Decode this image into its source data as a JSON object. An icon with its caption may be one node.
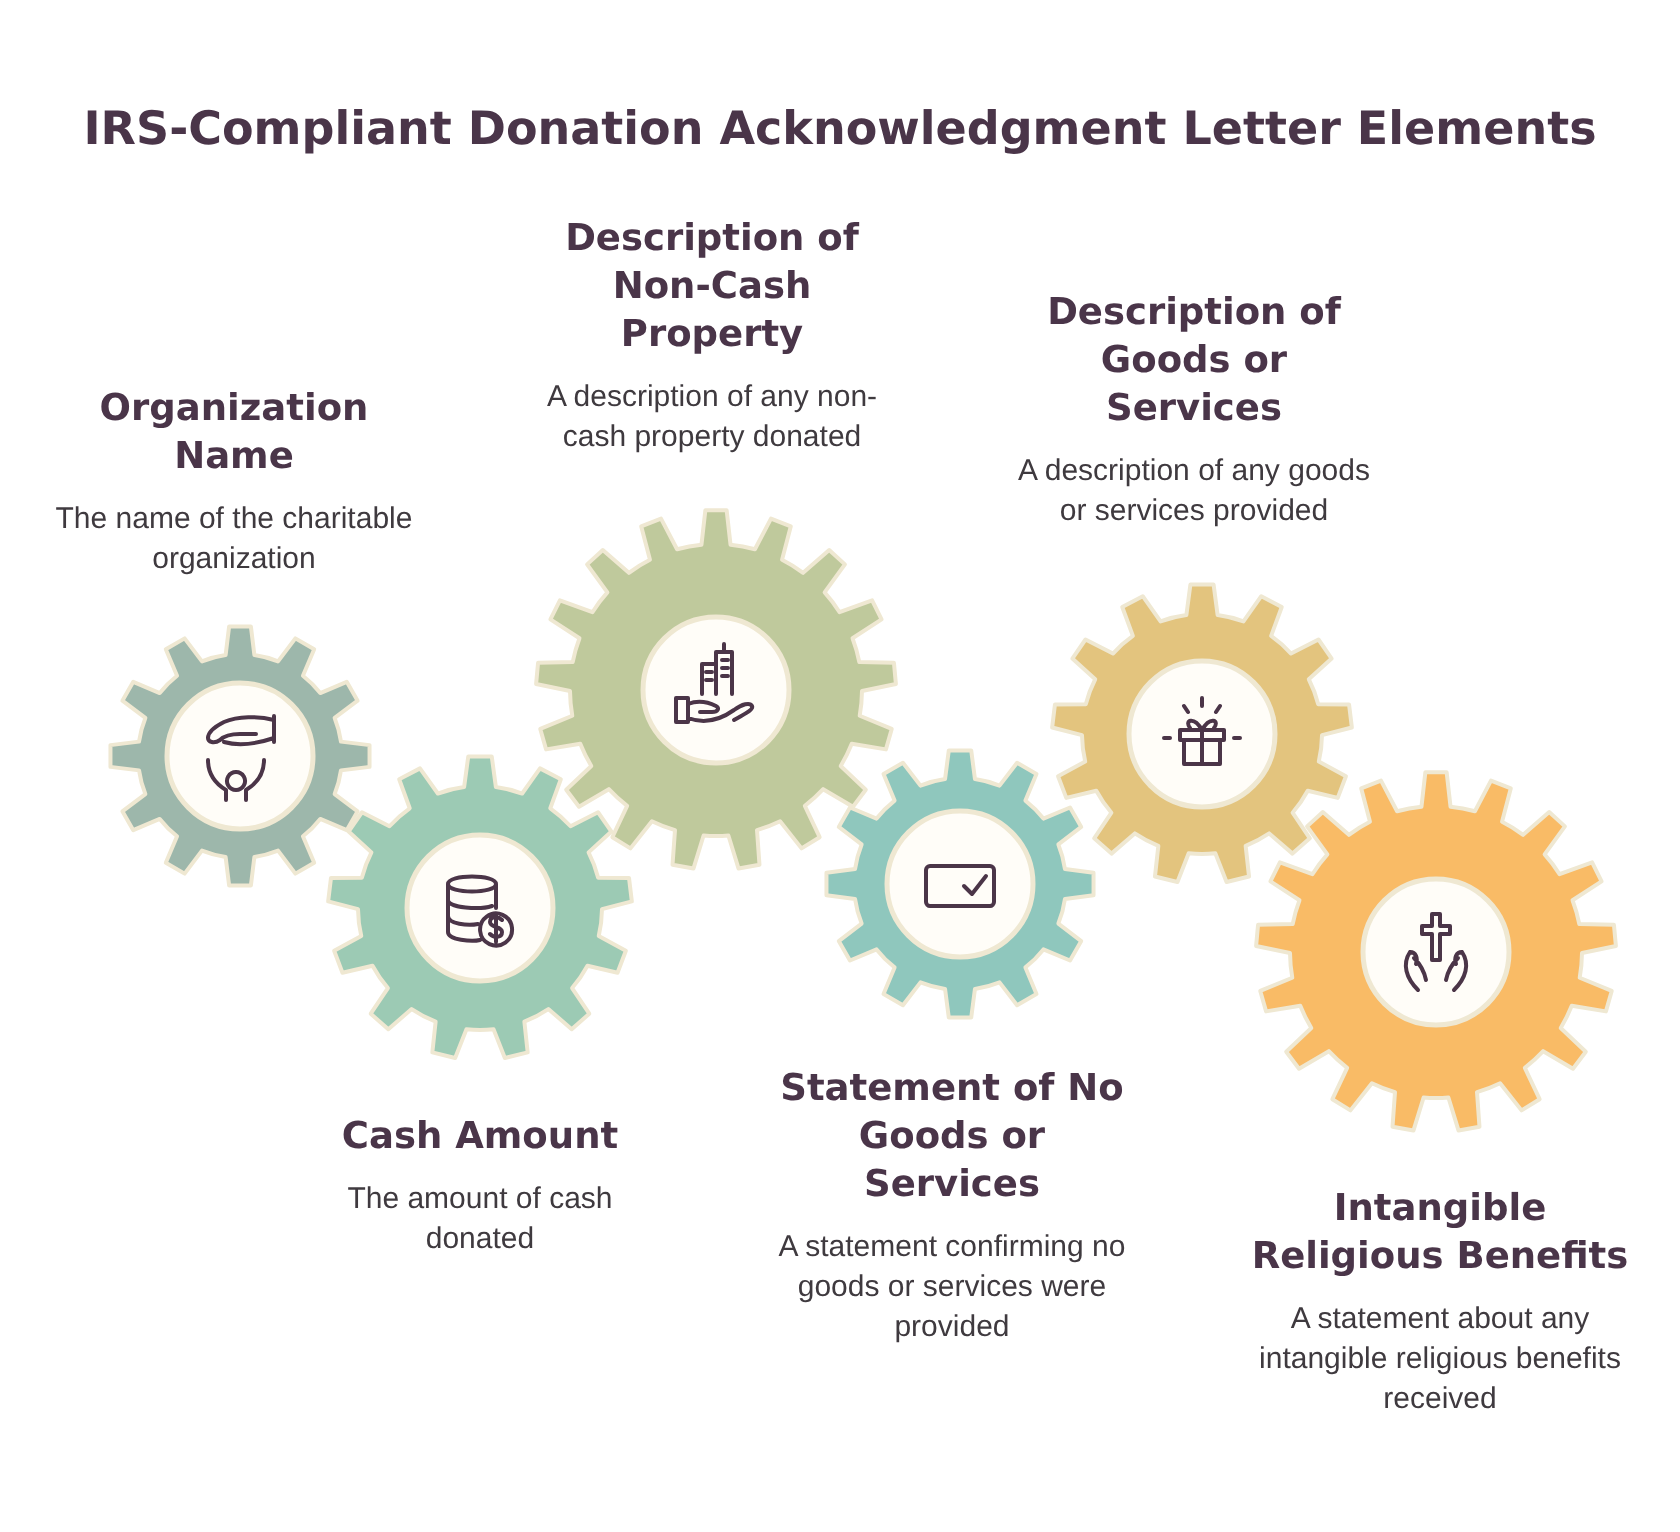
{
  "diagram": {
    "title": "IRS-Compliant Donation Acknowledgment Letter Elements",
    "nodes": [
      {
        "text": [
          "Organization Name",
          "The name of the charitable organization"
        ]
      },
      {
        "text": [
          "Cash Amount",
          "The amount of cash donated"
        ]
      },
      {
        "text": [
          "Description of Non-Cash Property",
          "A description of any non-cash property donated"
        ]
      },
      {
        "text": [
          "Statement of No Goods or Services",
          "A statement confirming no goods or services were provided"
        ]
      },
      {
        "text": [
          "Description of Goods or Services",
          "A description of any goods or services provided"
        ]
      },
      {
        "text": [
          "Intangible Religious Benefits",
          "A statement about any intangible religious benefits received"
        ]
      }
    ]
  }
}
